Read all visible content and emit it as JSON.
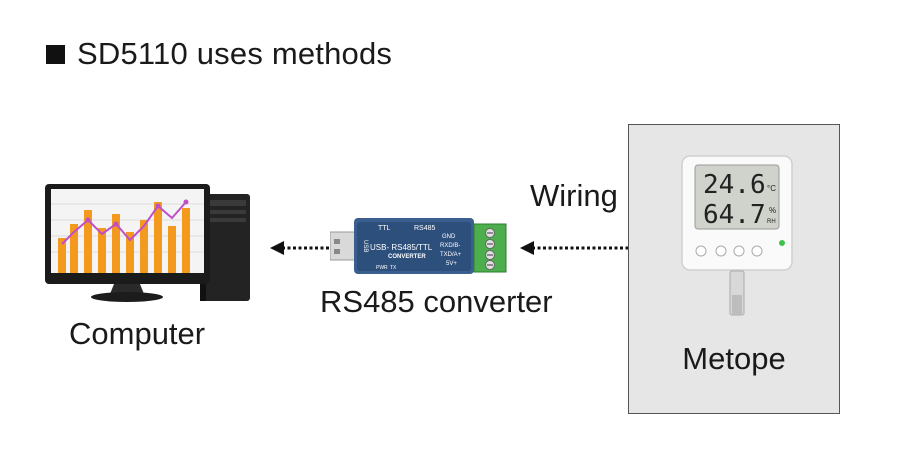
{
  "heading": {
    "title": "SD5110 uses methods"
  },
  "labels": {
    "computer": "Computer",
    "converter": "RS485 converter",
    "wiring": "Wiring",
    "metope": "Metope"
  },
  "converter_device": {
    "ttl": "TTL",
    "rs485": "RS485",
    "usb": "USB",
    "model": "USB- RS485/TTL",
    "sub": "CONVERTER",
    "gnd": "GND",
    "rxd": "RXD/B-",
    "txd": "TXD/A+",
    "v5": "5V+",
    "pwr": "PWR",
    "tx": "TX"
  },
  "sensor_display": {
    "temperature": "24.6",
    "temp_unit": "°C",
    "humidity": "64.7",
    "hum_unit": "%",
    "hum_unit2": "RH"
  },
  "colors": {
    "converter_body": "#3a5f8f",
    "terminal_green": "#4cae4c",
    "chart_orange": "#f39a1e",
    "chart_purple": "#c04fc7"
  }
}
